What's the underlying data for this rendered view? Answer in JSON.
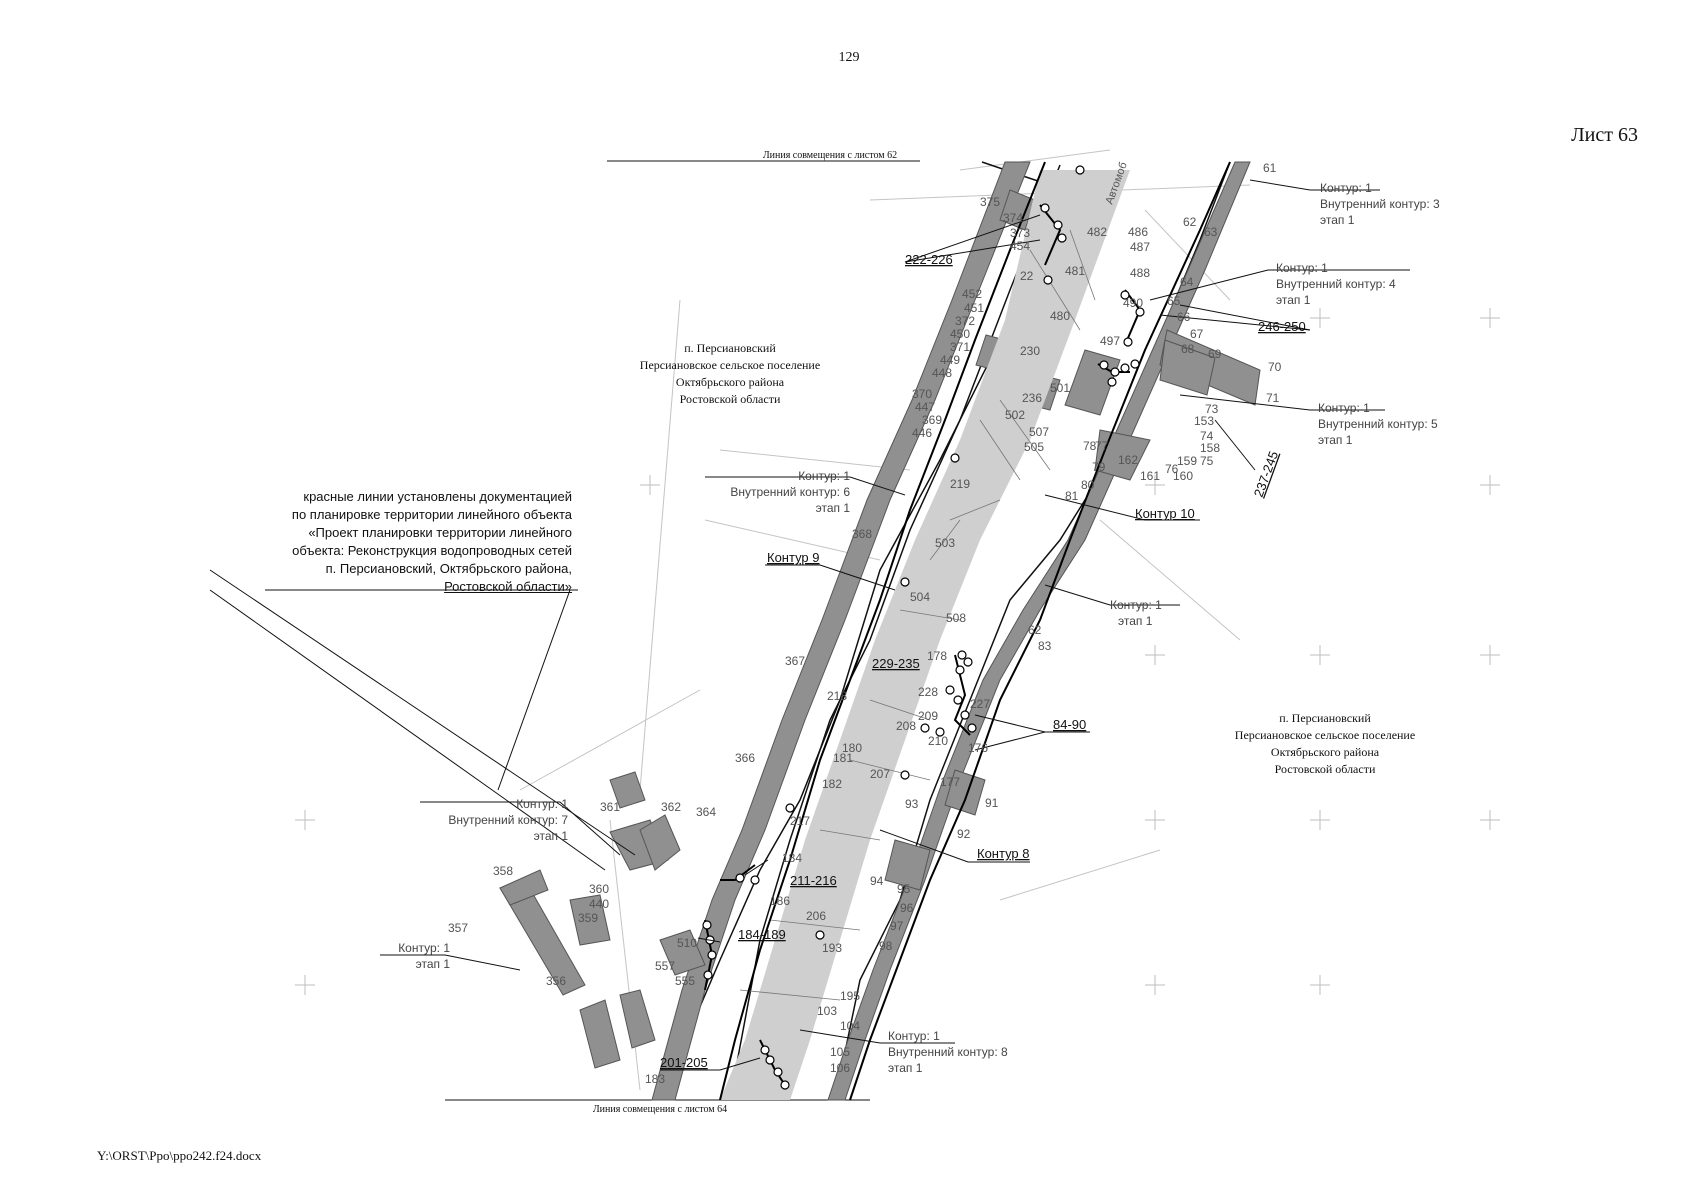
{
  "page_number": "129",
  "sheet_label": "Лист 63",
  "file_path": "Y:\\ORST\\Ppo\\ppo242.f24.docx",
  "match_line_top": "Линия совмещения с листом 62",
  "match_line_bottom": "Линия совмещения с листом 64",
  "settlement_label": [
    "п. Персиановский",
    "Персиановское сельское поселение",
    "Октябрьского района",
    "Ростовской области"
  ],
  "red_lines_note": [
    "красные линии установлены документацией",
    "по планировке территории линейного объекта",
    "«Проект планировки территории линейного",
    "объекта: Реконструкция водопроводных сетей",
    "п. Персиановский, Октябрьского района,",
    "Ростовской области»"
  ],
  "contour_callouts": {
    "c1": [
      "Контур: 1",
      "Внутренний контур: 3",
      "этап 1"
    ],
    "c2": [
      "Контур: 1",
      "Внутренний контур: 4",
      "этап 1"
    ],
    "c3": [
      "Контур: 1",
      "Внутренний контур: 5",
      "этап 1"
    ],
    "c4": [
      "Контур: 1",
      "Внутренний контур: 6",
      "этап 1"
    ],
    "c5": [
      "Контур: 1",
      "этап 1"
    ],
    "c6": [
      "Контур: 1",
      "Внутренний контур: 7",
      "этап 1"
    ],
    "c7": [
      "Контур: 1",
      "этап 1"
    ],
    "c8": [
      "Контур: 1",
      "Внутренний контур: 8",
      "этап 1"
    ]
  },
  "named_contours": {
    "k8": "Контур 8",
    "k9": "Контур 9",
    "k10": "Контур 10"
  },
  "point_ranges": {
    "r1": "222-226",
    "r2": "246-250",
    "r3": "237-245",
    "r4": "229-235",
    "r5": "84-90",
    "r6": "211-216",
    "r7": "184-189",
    "r8": "201-205"
  },
  "road_label": "Автомоб",
  "parcel_numbers": {
    "p375": "375",
    "p374": "374",
    "p373": "373",
    "p454": "454",
    "p22": "22",
    "p452": "452",
    "p451": "451",
    "p372": "372",
    "p450": "450",
    "p371": "371",
    "p449": "449",
    "p448": "448",
    "p370": "370",
    "p447": "447",
    "p369": "369",
    "p446": "446",
    "p368": "368",
    "p367": "367",
    "p366": "366",
    "p361": "361",
    "p362": "362",
    "p364": "364",
    "p358": "358",
    "p357": "357",
    "p356": "356",
    "p360": "360",
    "p440": "440",
    "p359": "359",
    "p510": "510",
    "p557": "557",
    "p555": "555",
    "p482": "482",
    "p486": "486",
    "p487": "487",
    "p481": "481",
    "p488": "488",
    "p490": "490",
    "p480": "480",
    "p497": "497",
    "p501": "501",
    "p502": "502",
    "p507": "507",
    "p505": "505",
    "p503": "503",
    "p504": "504",
    "p508": "508",
    "p62a": "62",
    "p63": "63",
    "p61": "61",
    "p64": "64",
    "p65": "65",
    "p66": "66",
    "p67": "67",
    "p68": "68",
    "p69": "69",
    "p70": "70",
    "p71": "71",
    "p73": "73",
    "p153": "153",
    "p74": "74",
    "p158": "158",
    "p75": "75",
    "p159": "159",
    "p160": "160",
    "p76": "76",
    "p161": "161",
    "p162": "162",
    "p77": "77",
    "p78": "78",
    "p79": "79",
    "p80": "80",
    "p81": "81",
    "p62b": "62",
    "p83": "83",
    "p91": "91",
    "p92": "92",
    "p93": "93",
    "p94": "94",
    "p95": "95",
    "p96": "96",
    "p97": "97",
    "p98": "98",
    "p104": "104",
    "p105": "105",
    "p106": "106",
    "p219": "219",
    "p236": "236",
    "p230": "230",
    "p228": "228",
    "p227": "227",
    "p209": "209",
    "p208": "208",
    "p210": "210",
    "p207": "207",
    "p217": "217",
    "p206": "206",
    "p183": "183",
    "p180": "180",
    "p181": "181",
    "p182": "182",
    "p184": "184",
    "p186": "186",
    "p193": "193",
    "p195": "195",
    "p103": "103",
    "p177": "177",
    "p178": "178",
    "p218": "218",
    "p176": "176"
  },
  "colors": {
    "ink": "#111111",
    "parcel_fill": "#8f8f8f",
    "parcel_fill_light": "#c9c9c9",
    "parcel_text": "#555555",
    "faint_line": "#b0b0b0"
  }
}
